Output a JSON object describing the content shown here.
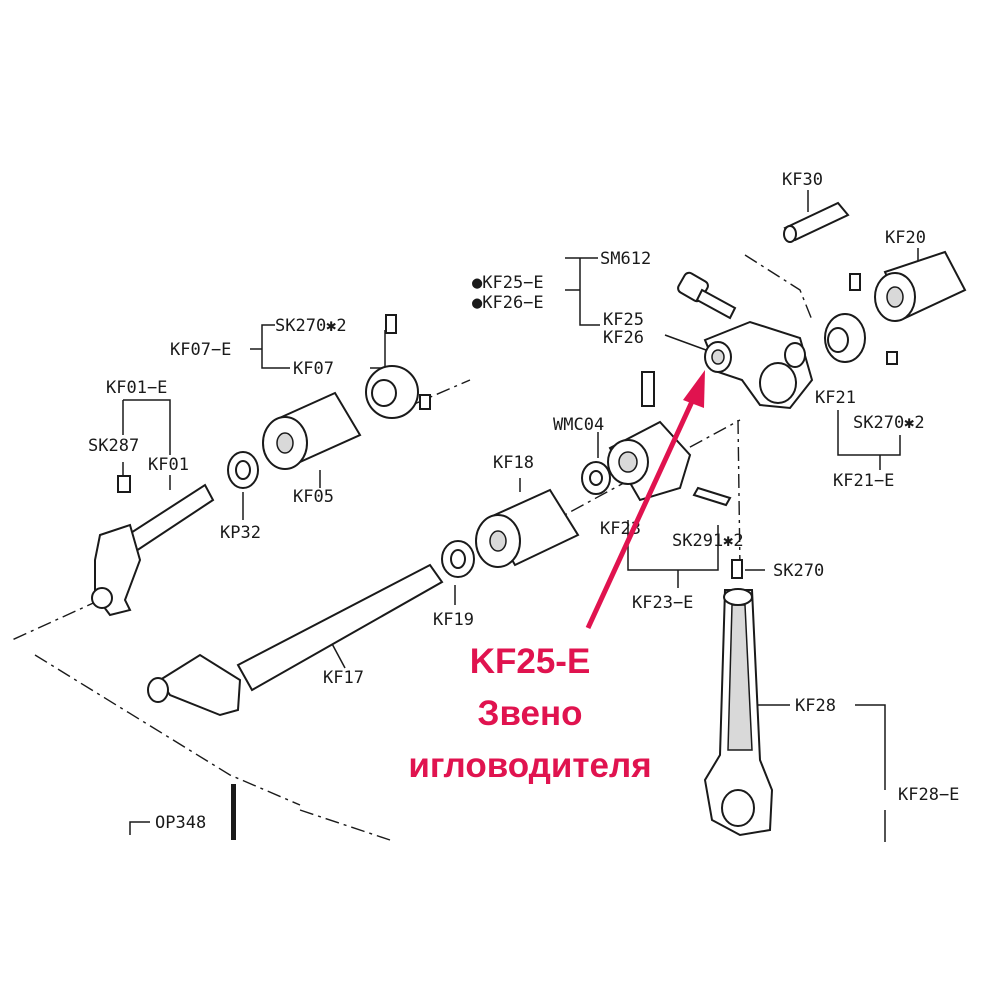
{
  "labels": {
    "kf30": "KF30",
    "kf20": "KF20",
    "sm612": "SM612",
    "kf25e": "●KF25−E",
    "kf26e": "●KF26−E",
    "kf25": "KF25",
    "kf26": "KF26",
    "kf21": "KF21",
    "sk270x2_right": "SK270✱2",
    "kf21e": "KF21−E",
    "sk270x2_left": "SK270✱2",
    "kf07e": "KF07−E",
    "kf07": "KF07",
    "kf01e": "KF01−E",
    "sk287": "SK287",
    "kf01": "KF01",
    "kf32": "KP32",
    "kf05": "KF05",
    "wmc04": "WMC04",
    "kf18": "KF18",
    "kf23": "KF23",
    "sk291x2": "SK291✱2",
    "sk270": "SK270",
    "kf23e": "KF23−E",
    "kf19": "KF19",
    "kf17": "KF17",
    "kf28": "KF28",
    "kf28e": "KF28−E",
    "op348": "OP348"
  },
  "callout": {
    "line1": "KF25-E",
    "line2": "Звено",
    "line3": "игловодителя",
    "color": "#e0134f"
  }
}
